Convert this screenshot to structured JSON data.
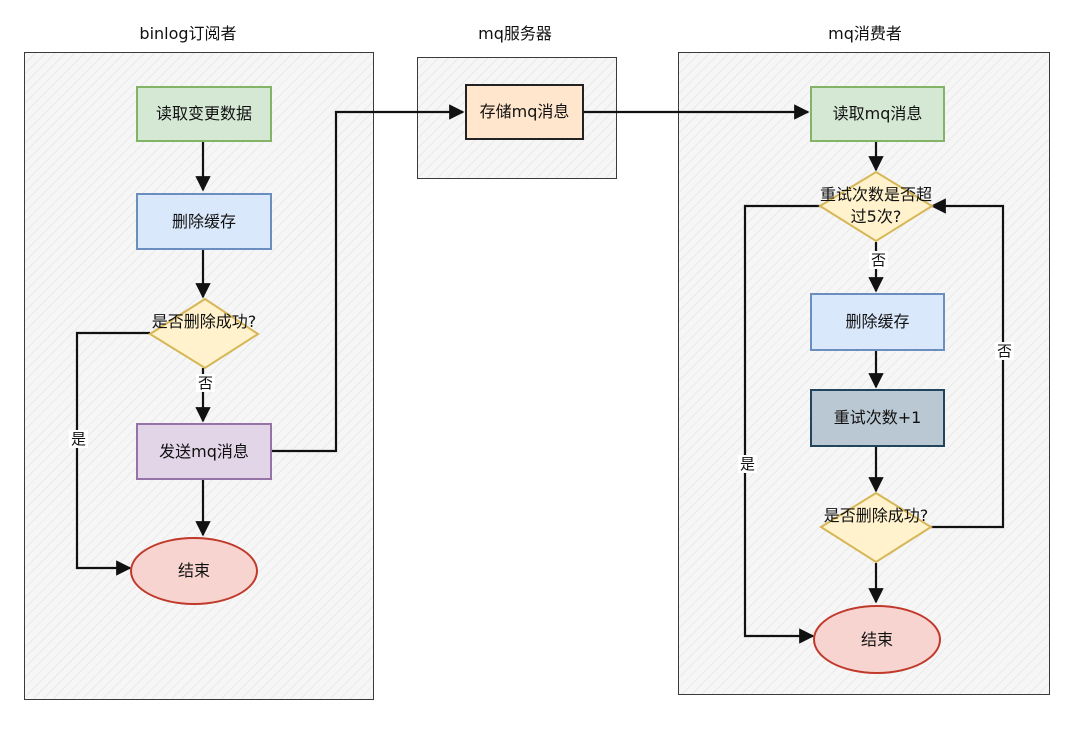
{
  "lanes": {
    "subscriber": "binlog订阅者",
    "mq_server": "mq服务器",
    "consumer": "mq消费者"
  },
  "subscriber_flow": {
    "read": "读取变更数据",
    "delete_cache": "删除缓存",
    "decision": "是否删除成功?",
    "decision_no": "否",
    "decision_yes": "是",
    "send_mq": "发送mq消息",
    "end": "结束"
  },
  "mq_server": {
    "store": "存储mq消息"
  },
  "consumer_flow": {
    "read": "读取mq消息",
    "retry_check": "重试次数是否超过5次?",
    "retry_no": "否",
    "retry_yes": "是",
    "delete_cache": "删除缓存",
    "increment": "重试次数+1",
    "decision": "是否删除成功?",
    "decision_no": "否",
    "end": "结束"
  },
  "colors": {
    "green": "#82b366",
    "green_fill": "#d5e8d4",
    "blue": "#6c8ebf",
    "blue_fill": "#dae8fc",
    "purple": "#9673a6",
    "purple_fill": "#e1d5e7",
    "orange": "#d79b00",
    "orange_fill": "#ffe6cc",
    "yellow": "#d6b656",
    "yellow_fill": "#fff2cc",
    "red": "#b85450",
    "red_fill": "#f8cecc",
    "dark_slate": "#23445d",
    "slate_fill": "#bac8d3"
  }
}
